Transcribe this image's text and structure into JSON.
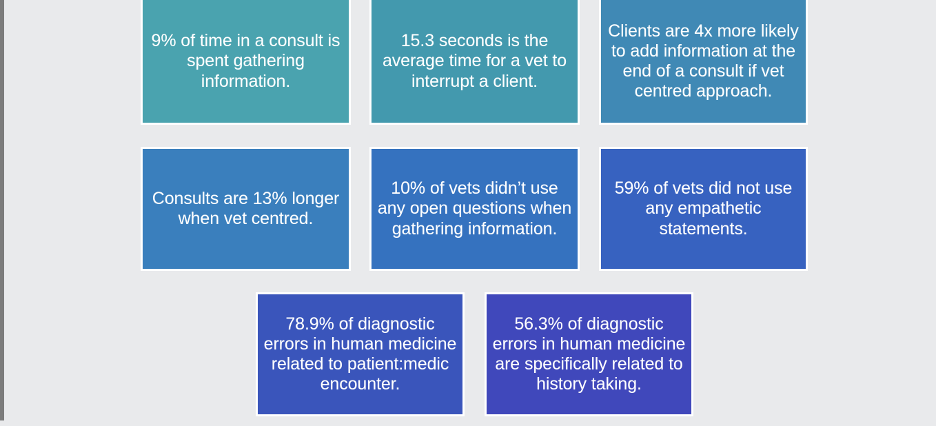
{
  "slide": {
    "background_color": "#e9eaec",
    "left_rail_color": "#7c7c7c",
    "tile_border_color": "#ffffff",
    "tile_text_color": "#ffffff",
    "tiles": [
      {
        "id": "tile-time-gathering-information",
        "text": "9% of time in a consult is spent gathering information.",
        "color": "#4aa3af",
        "row": 1,
        "column": 1
      },
      {
        "id": "tile-interrupt-time",
        "text": "15.3 seconds is the average time for a vet to interrupt a client.",
        "color": "#4399ae",
        "row": 1,
        "column": 2
      },
      {
        "id": "tile-clients-add-information",
        "text": "Clients are 4x more likely to add information at the end of a consult if vet centred approach.",
        "color": "#4089b5",
        "row": 1,
        "column": 3
      },
      {
        "id": "tile-consult-length",
        "text": "Consults are 13% longer when vet centred.",
        "color": "#3a7fbd",
        "row": 2,
        "column": 1
      },
      {
        "id": "tile-open-questions",
        "text": "10% of vets didn’t use any open questions when gathering information.",
        "color": "#3572bf",
        "row": 2,
        "column": 2
      },
      {
        "id": "tile-empathetic-statements",
        "text": "59% of vets did not use any empathetic statements.",
        "color": "#3762c0",
        "row": 2,
        "column": 3
      },
      {
        "id": "tile-diagnostic-errors-encounter",
        "text": "78.9% of diagnostic errors in human medicine related to patient:medic encounter.",
        "color": "#3a55bb",
        "row": 3,
        "column": 1
      },
      {
        "id": "tile-diagnostic-errors-history",
        "text": "56.3% of diagnostic errors in human medicine are specifically related to history taking.",
        "color": "#4048bb",
        "row": 3,
        "column": 2
      }
    ]
  }
}
